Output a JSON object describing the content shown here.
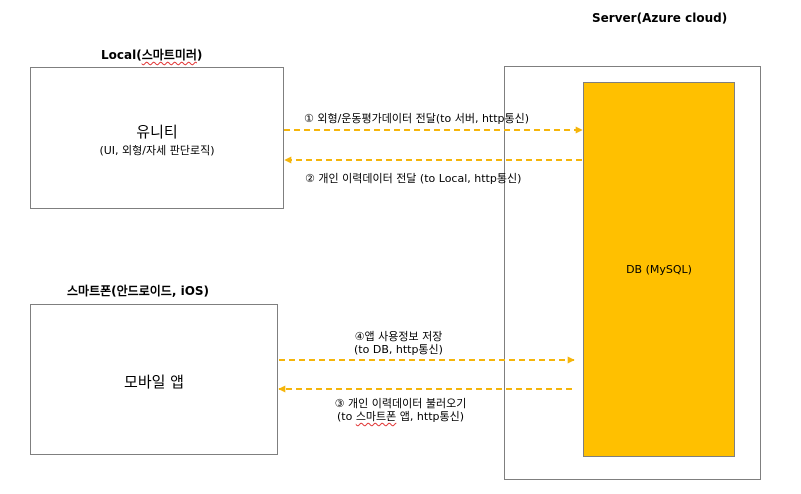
{
  "colors": {
    "arrow": "#f5b50a",
    "db_fill": "#ffc000",
    "box_border": "#7f7f7f"
  },
  "server": {
    "title": "Server(Azure cloud)",
    "db_label": "DB (MySQL)"
  },
  "local": {
    "title_prefix": "Local(",
    "title_ko": "스마트미러",
    "title_suffix": ")",
    "app_name": "유니티",
    "app_desc": "(UI, 외형/자세 판단로직)"
  },
  "smartphone": {
    "title": "스마트폰(안드로이드,  iOS)",
    "app_name": "모바일 앱"
  },
  "arrows": {
    "a1": "① 외형/운동평가데이터 전달(to 서버, http통신)",
    "a2": "② 개인 이력데이터 전달 (to Local, http통신)",
    "a4_line1": "④앱 사용정보 저장",
    "a4_line2": "(to DB, http통신)",
    "a3_line1": "③ 개인 이력데이터 불러오기",
    "a3_line2_prefix": "(to ",
    "a3_line2_ko": "스마트폰",
    "a3_line2_suffix": " 앱, http통신)"
  }
}
